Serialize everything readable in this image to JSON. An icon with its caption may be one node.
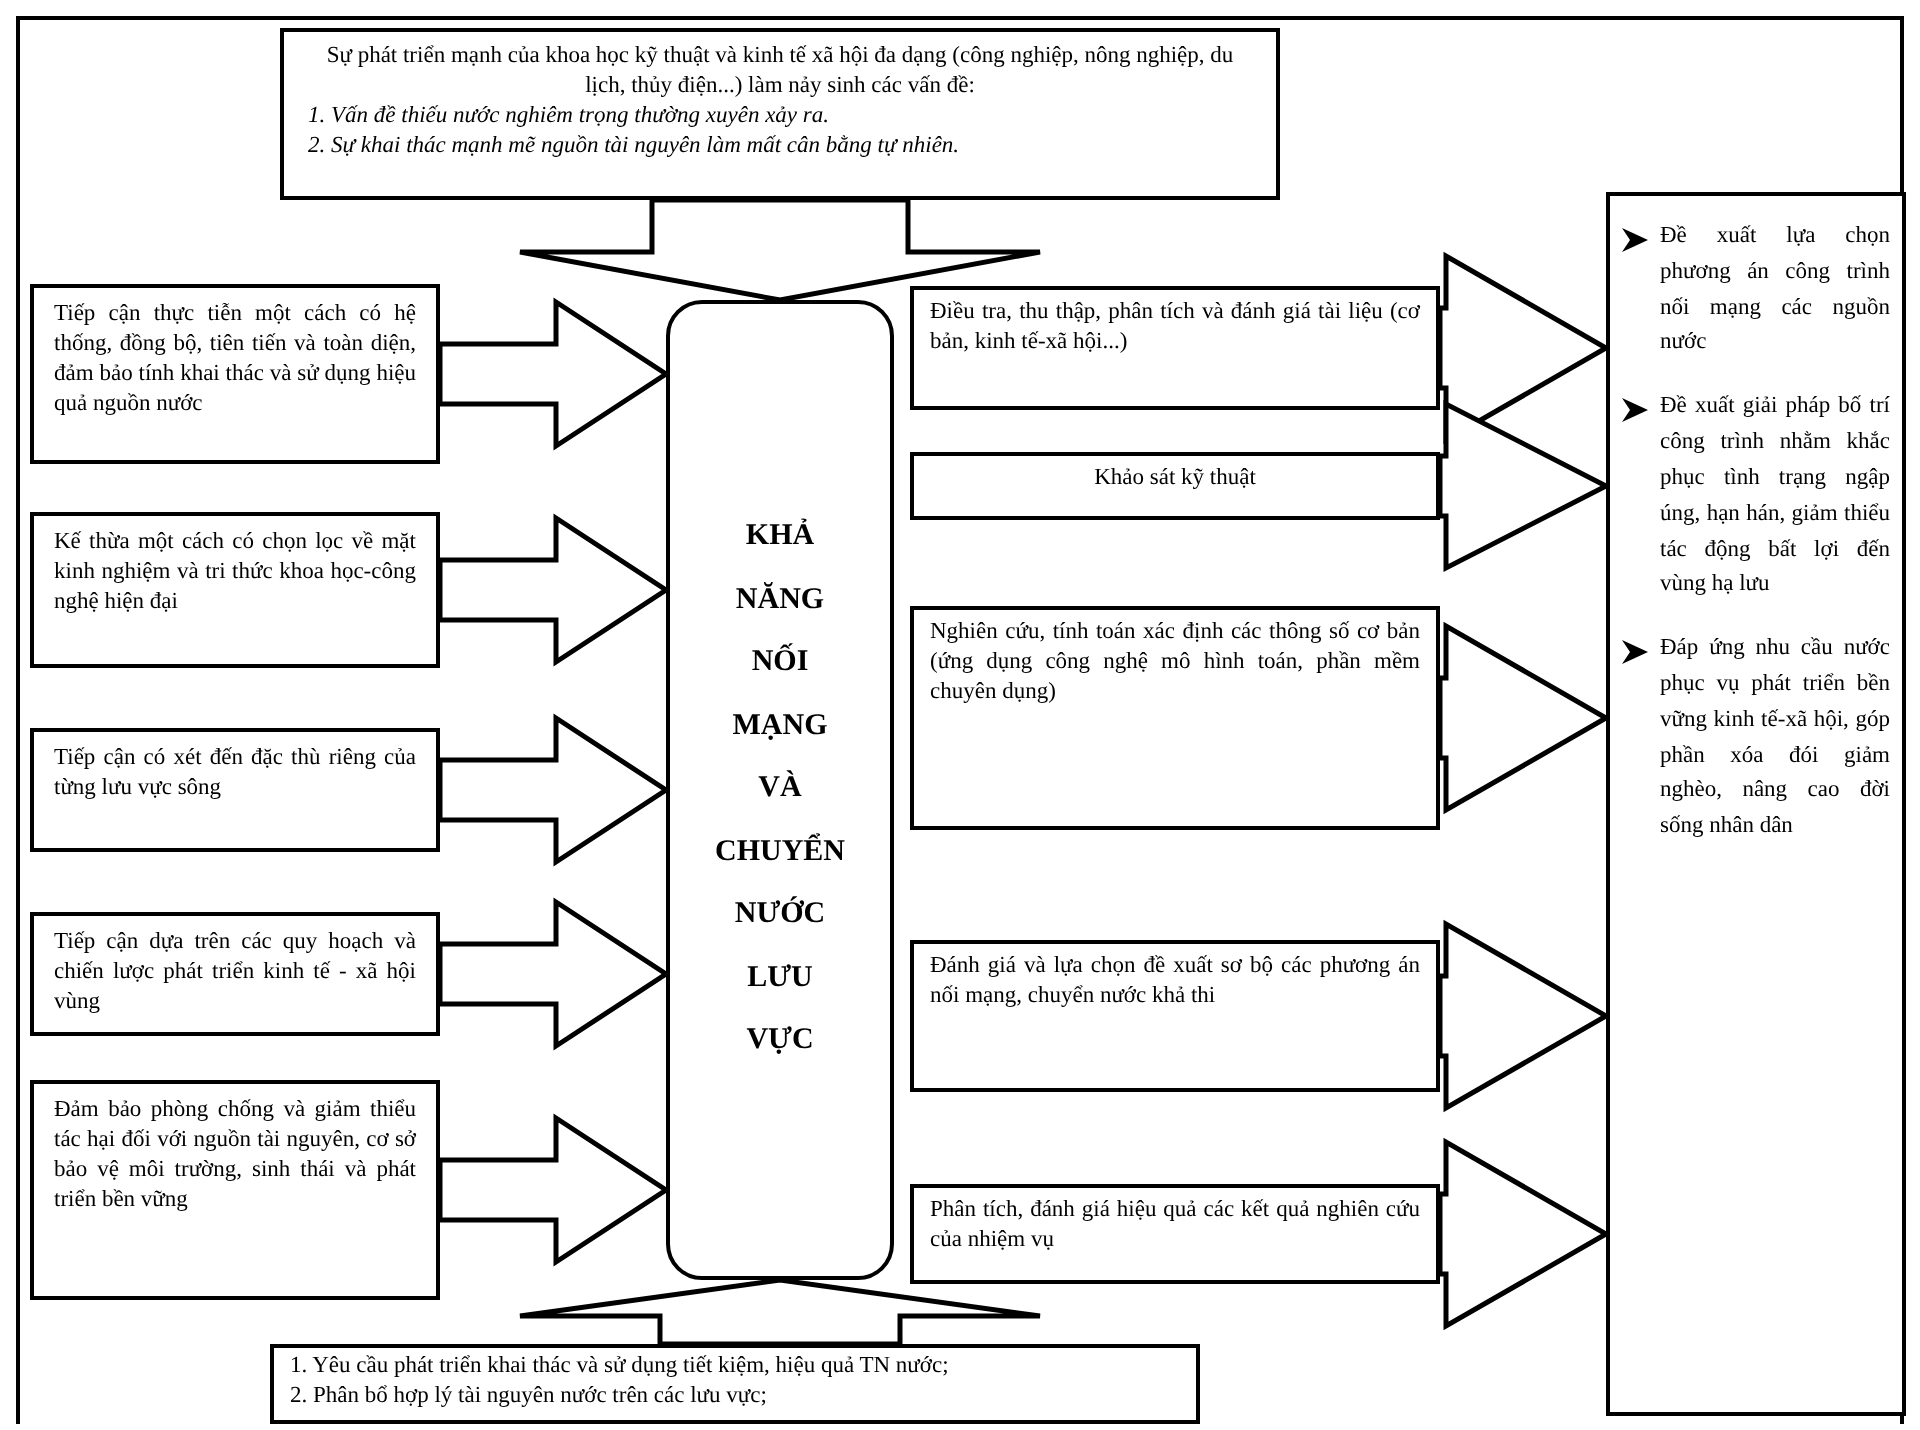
{
  "diagram": {
    "nodes": [
      {
        "text": [
          "Sự phát triển mạnh của khoa học kỹ thuật và kinh tế xã hội đa dạng (công nghiệp, nông nghiệp, du lịch, thủy điện...) làm nảy sinh các vấn đề:",
          "1. Vấn đề thiếu nước nghiêm trọng thường xuyên xảy ra.",
          "2. Sự khai thác mạnh mẽ nguồn tài nguyên làm mất cân bằng tự nhiên."
        ]
      },
      {
        "text": [
          "KHẢ NĂNG NỐI MẠNG VÀ CHUYỂN NƯỚC LƯU VỰC"
        ]
      },
      {
        "text": [
          "Tiếp cận thực tiễn một cách có hệ thống, đồng bộ, tiên tiến và toàn diện, đảm bảo tính khai thác và sử dụng hiệu quả nguồn nước"
        ]
      },
      {
        "text": [
          "Kế thừa một cách có chọn lọc về mặt kinh nghiệm và tri thức khoa học-công nghệ hiện đại"
        ]
      },
      {
        "text": [
          "Tiếp cận có xét đến đặc thù riêng của từng lưu vực sông"
        ]
      },
      {
        "text": [
          "Tiếp cận dựa trên các quy hoạch và chiến lược phát triển kinh tế - xã hội vùng"
        ]
      },
      {
        "text": [
          "Đảm bảo phòng chống và giảm thiểu tác hại đối với nguồn tài nguyên, cơ sở bảo vệ môi trường, sinh thái và phát triển bền vững"
        ]
      },
      {
        "text": [
          "1. Yêu cầu phát triển khai thác và sử dụng tiết kiệm, hiệu quả TN nước;",
          "2. Phân bổ hợp lý tài nguyên nước trên các lưu vực;"
        ]
      },
      {
        "text": [
          "Điều tra, thu thập, phân tích và đánh giá tài liệu (cơ bản, kinh tế-xã hội...)"
        ]
      },
      {
        "text": [
          "Khảo sát kỹ thuật"
        ]
      },
      {
        "text": [
          "Nghiên cứu, tính toán xác định các thông số cơ bản (ứng dụng công nghệ mô hình toán, phần mềm chuyên dụng)"
        ]
      },
      {
        "text": [
          "Đánh giá và lựa chọn đề xuất sơ bộ các phương án nối mạng, chuyển nước khả thi"
        ]
      },
      {
        "text": [
          "Phân tích, đánh giá hiệu quả các kết quả nghiên cứu của nhiệm vụ"
        ]
      },
      {
        "text": [
          "Đề xuất lựa chọn phương án công trình nối mạng các nguồn nước",
          "Đề xuất giải pháp bố trí công trình nhằm khắc phục tình trạng ngập úng, hạn hán, giảm thiểu tác động bất lợi đến vùng hạ lưu",
          "Đáp ứng nhu cầu nước phục vụ phát triển bền vững kinh tế-xã hội, góp phần xóa đói giảm nghèo, nâng cao đời sống nhân dân"
        ]
      }
    ],
    "edges": [
      {
        "from": 0,
        "to": 1,
        "arrow": "to"
      },
      {
        "from": 2,
        "to": 1,
        "arrow": "to"
      },
      {
        "from": 3,
        "to": 1,
        "arrow": "to"
      },
      {
        "from": 4,
        "to": 1,
        "arrow": "to"
      },
      {
        "from": 5,
        "to": 1,
        "arrow": "to"
      },
      {
        "from": 6,
        "to": 1,
        "arrow": "to"
      },
      {
        "from": 7,
        "to": 1,
        "arrow": "to"
      },
      {
        "from": 8,
        "to": 13,
        "arrow": "to"
      },
      {
        "from": 9,
        "to": 13,
        "arrow": "to"
      },
      {
        "from": 10,
        "to": 13,
        "arrow": "to"
      },
      {
        "from": 11,
        "to": 13,
        "arrow": "to"
      },
      {
        "from": 12,
        "to": 13,
        "arrow": "to"
      }
    ]
  }
}
